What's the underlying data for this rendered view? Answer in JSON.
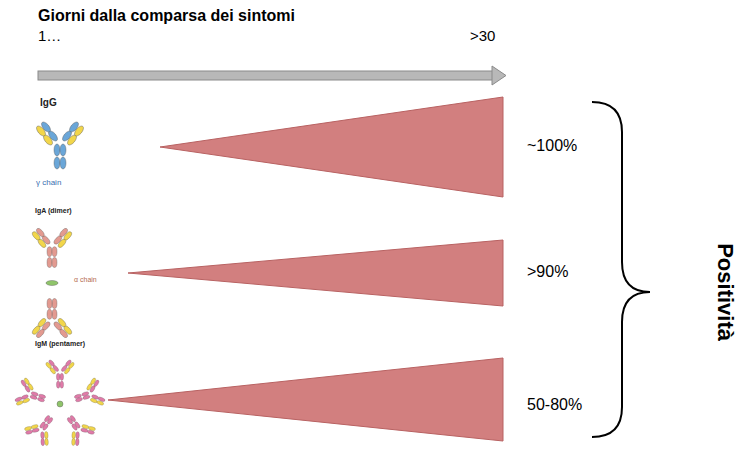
{
  "diagram": {
    "title": "Giorni dalla comparsa dei sintomi",
    "labels": [
      "1…",
      ">30",
      "IgG",
      "γ chain",
      "IgA (dimer)",
      "α chain",
      "IgM (pentamer)",
      "~100%",
      ">90%",
      "50-80%",
      "Positività"
    ]
  }
}
